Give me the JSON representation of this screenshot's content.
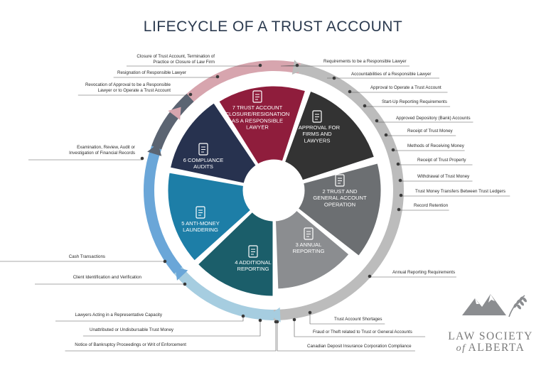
{
  "title": "LIFECYCLE OF A TRUST ACCOUNT",
  "colors": {
    "seg1": "#333333",
    "seg2": "#6c6f72",
    "seg3": "#8b8d90",
    "seg4": "#1b5e6a",
    "seg5": "#1d7ea7",
    "seg6": "#27324f",
    "seg7": "#8f1d3c",
    "ring_red": "#d7a5ae",
    "ring_grey": "#bcbcbc",
    "ring_slate": "#5b6472",
    "ring_blue": "#6aa6d8",
    "ring_lightblue": "#a6cde0"
  },
  "segments": [
    {
      "id": "seg1",
      "lines": [
        "1 APPROVAL FOR",
        "FIRMS AND",
        "LAWYERS"
      ],
      "icon": "clipboard-check-icon"
    },
    {
      "id": "seg2",
      "lines": [
        "2 TRUST AND",
        "GENERAL ACCOUNT",
        "OPERATION"
      ],
      "icon": "cheque-bank-icon"
    },
    {
      "id": "seg3",
      "lines": [
        "3 ANNUAL",
        "REPORTING"
      ],
      "icon": "calculator-icon"
    },
    {
      "id": "seg4",
      "lines": [
        "4 ADDITIONAL",
        "REPORTING"
      ],
      "icon": "documents-pen-icon"
    },
    {
      "id": "seg5",
      "lines": [
        "5 ANTI-MONEY",
        "LAUNDERING"
      ],
      "icon": "money-coins-icon"
    },
    {
      "id": "seg6",
      "lines": [
        "6 COMPLIANCE",
        "AUDITS"
      ],
      "icon": "checklist-icon"
    },
    {
      "id": "seg7",
      "lines": [
        "7 TRUST ACCOUNT",
        "CLOSURE/RESIGNATION",
        "AS A RESPONSIBLE",
        "LAWYER"
      ],
      "icon": "document-pen-icon"
    }
  ],
  "annotations": [
    {
      "lines": [
        "Closure of Trust Account, Termination of",
        "Practice or Closure of Law Firm"
      ]
    },
    {
      "lines": [
        "Resignation of Responsible Lawyer"
      ]
    },
    {
      "lines": [
        "Revocation of Approval to be a Responsible",
        "Lawyer or to Operate a Trust Account"
      ]
    },
    {
      "lines": [
        "Examination, Review, Audit or",
        "Investigation of Financial Records"
      ]
    },
    {
      "lines": [
        "Cash Transactions"
      ]
    },
    {
      "lines": [
        "Client Identification and Verification"
      ]
    },
    {
      "lines": [
        "Lawyers Acting in a Representative Capacity"
      ]
    },
    {
      "lines": [
        "Unattributed or Undisbursable Trust Money"
      ]
    },
    {
      "lines": [
        "Notice of Bankruptcy Proceedings or Writ of Enforcement"
      ]
    },
    {
      "lines": [
        "Requirements to be a Responsible Lawyer"
      ]
    },
    {
      "lines": [
        "Accountabilities of a Responsible Lawyer"
      ]
    },
    {
      "lines": [
        "Approval to Operate a Trust Account"
      ]
    },
    {
      "lines": [
        "Start-Up Reporting Requirements"
      ]
    },
    {
      "lines": [
        "Approved Depository (Bank) Accounts"
      ]
    },
    {
      "lines": [
        "Receipt of Trust Money"
      ]
    },
    {
      "lines": [
        "Methods of Receiving Money"
      ]
    },
    {
      "lines": [
        "Receipt of Trust Property"
      ]
    },
    {
      "lines": [
        "Withdrawal of Trust Money"
      ]
    },
    {
      "lines": [
        "Trust Money Transfers Between Trust Ledgers"
      ]
    },
    {
      "lines": [
        "Record Retention"
      ]
    },
    {
      "lines": [
        "Annual Reporting Requirements"
      ]
    },
    {
      "lines": [
        "Trust Account Shortages"
      ]
    },
    {
      "lines": [
        "Fraud or Theft related to Trust or General Accounts"
      ]
    },
    {
      "lines": [
        "Canadian Deposit Insurance Corporation Compliance"
      ]
    }
  ],
  "logo": {
    "line1": "LAW SOCIETY",
    "of": "of",
    "line2": "ALBERTA"
  }
}
